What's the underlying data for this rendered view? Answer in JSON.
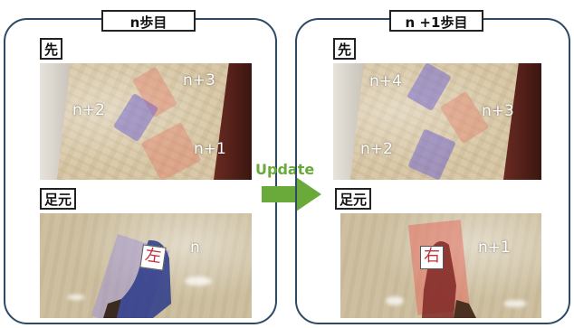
{
  "left_panel": {
    "step_label": "n歩目",
    "ahead_label": "先",
    "foot_label": "足元",
    "ahead_marks": [
      "n+3",
      "n+2",
      "n+1"
    ],
    "foot_mark": "n",
    "foot_char": "左",
    "foot_color": "#3a4fc8"
  },
  "right_panel": {
    "step_label": "n +1歩目",
    "ahead_label": "先",
    "foot_label": "足元",
    "ahead_marks": [
      "n+4",
      "n+3",
      "n+2"
    ],
    "foot_mark": "n+1",
    "foot_char": "右",
    "foot_color": "#c83a3a"
  },
  "arrow": {
    "label": "Update",
    "color": "#6aaa3a"
  }
}
